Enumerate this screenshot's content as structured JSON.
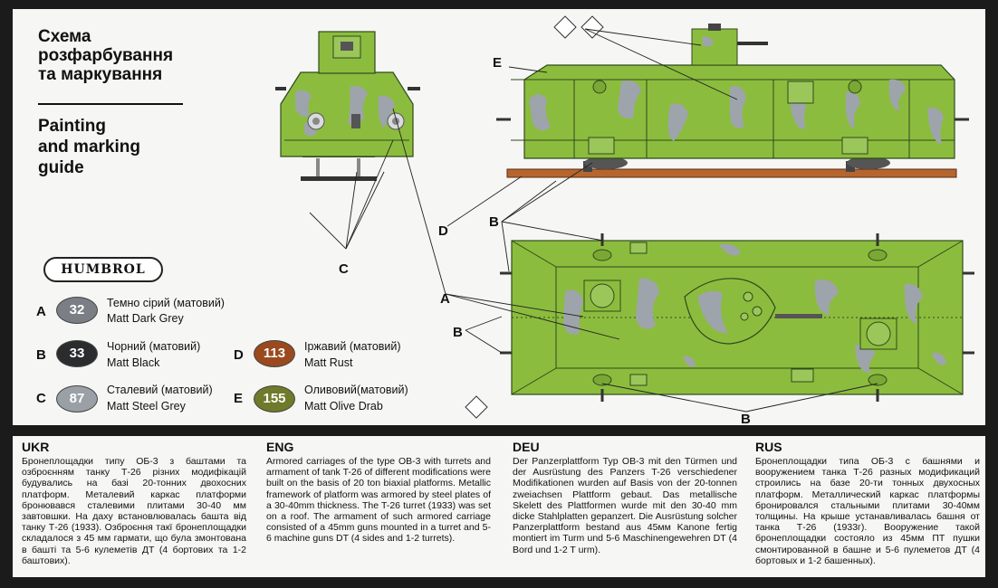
{
  "title": {
    "ukr_lines": [
      "Схема",
      "розфарбування",
      "та маркування"
    ],
    "eng_lines": [
      "Painting",
      "and marking",
      "guide"
    ]
  },
  "brand": "HUMBROL",
  "paints": [
    {
      "letter": "A",
      "number": "32",
      "ukr": "Темно сірий (матовий)",
      "eng": "Matt Dark Grey",
      "color": "#7a7f85"
    },
    {
      "letter": "B",
      "number": "33",
      "ukr": "Чорний (матовий)",
      "eng": "Matt Black",
      "color": "#2a2c2e"
    },
    {
      "letter": "C",
      "number": "87",
      "ukr": "Сталевий (матовий)",
      "eng": "Matt Steel Grey",
      "color": "#9aa0a6"
    },
    {
      "letter": "D",
      "number": "113",
      "ukr": "Іржавий (матовий)",
      "eng": "Matt Rust",
      "color": "#9a4a1e"
    },
    {
      "letter": "E",
      "number": "155",
      "ukr": "Оливовий(матовий)",
      "eng": "Matt Olive Drab",
      "color": "#6f7a2a"
    }
  ],
  "callouts": [
    "A",
    "B",
    "C",
    "D",
    "E"
  ],
  "colors": {
    "olive": "#8cbc3e",
    "camo_grey": "#9ea4ab",
    "rust": "#b5652e",
    "dark_line": "#2f4a1a"
  },
  "texts": [
    {
      "lang": "UKR",
      "body": "Бронеплощадки типу ОБ-3 з баштами та озброєнням танку Т-26 різних модифікацій будувались на базі 20-тонних двохосних платформ. Металевий каркас платформи бронювався сталевими плитами 30-40 мм завтовшки. На даху встановлювалась башта від танку Т-26 (1933). Озброєння такї бронеплощадки складалося з 45 мм гармати, що була змонтована в башті та 5-6 кулеметів ДТ (4 бортових та 1-2 баштових)."
    },
    {
      "lang": "ENG",
      "body": "Armored carriages of the type OB-3 with turrets and armament of tank T-26 of different modifications were built on the basis of 20 ton biaxial platforms. Metallic framework of platform was armored by steel plates of a 30-40mm thickness. The T-26 turret (1933) was set on a roof. The armament of such armored carriage consisted of a 45mm guns mounted in a turret and 5-6 machine guns DT (4 sides and 1-2 turrets)."
    },
    {
      "lang": "DEU",
      "body": "Der Panzerplattform Typ OB-3 mit den Türmen und der Ausrüstung des Panzers T-26 verschiedener Modifikationen wurden auf Basis von der 20-tonnen zweiachsen Plattform gebaut. Das metallische Skelett des Plattformen wurde mit den 30-40 mm dicke Stahlplatten gepanzert. Die Ausrüstung solcher Panzerplattform bestand aus 45мм Kanone fertig montiert im Turm und 5-6 Maschinengewehren DT (4 Bord und 1-2 T urm)."
    },
    {
      "lang": "RUS",
      "body": "Бронеплощадки типа ОБ-3 с башнями и вооружением танка Т-26 разных модификаций строились на базе 20-ти тонных двухосных платформ. Металлический каркас платформы бронировался стальными плитами 30-40мм толщины. На крыше устанавливалась башня от танка Т-26 (1933г). Вооружение такой бронеплощадки состояло из 45мм ПТ пушки смонтированной в башне и 5-6 пулеметов ДТ (4 бортовых и 1-2 башенных)."
    }
  ]
}
